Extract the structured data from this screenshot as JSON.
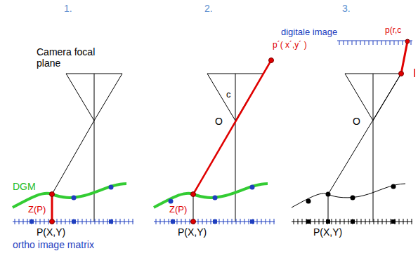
{
  "diagram": {
    "labels": [
      "1.",
      "2.",
      "3.",
      "Camera focal plane",
      "DGM",
      "Z(P)",
      "P(X,Y)",
      "ortho image matrix",
      "p´( x´,y´ )",
      "c",
      "O",
      "Z(P)",
      "P(X,Y)",
      "digitale image",
      "p(r,c",
      "O",
      "P(X,Y)"
    ]
  }
}
